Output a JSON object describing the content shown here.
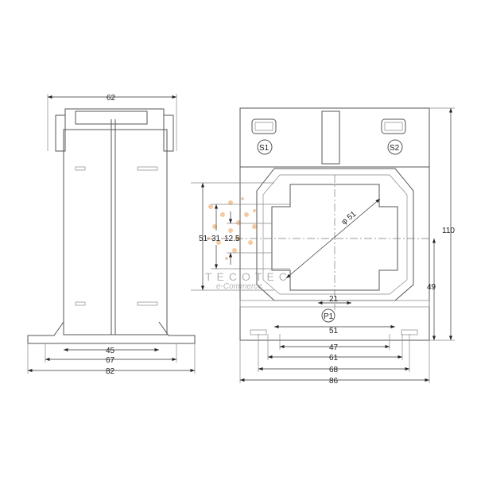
{
  "title": "Current transformer dimensional drawing",
  "side_view": {
    "width_top": "62",
    "base_inner": "45",
    "base_mid": "67",
    "base_outer": "82"
  },
  "front_view": {
    "height": "110",
    "center_height": "49",
    "width": "86",
    "slot_68": "68",
    "slot_61": "61",
    "slot_47": "47",
    "bottom_51": "51",
    "window_21": "21",
    "diameter": "φ 51",
    "window_height_51": "51",
    "window_31": "31",
    "window_12_5": "12.5"
  },
  "terminals": {
    "s1": "S1",
    "s2": "S2",
    "p1": "P1"
  },
  "watermark": {
    "brand": "TECOTEC",
    "tagline": "e-Commerce"
  },
  "colors": {
    "line": "#555555",
    "watermark": "#f0b070"
  }
}
